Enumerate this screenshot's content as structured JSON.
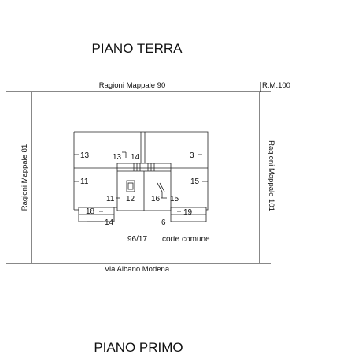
{
  "titles": {
    "top": "PIANO TERRA",
    "bottom": "PIANO PRIMO"
  },
  "boundaries": {
    "north": "Ragioni Mappale 90",
    "north_east": "R.M.100",
    "west": "Ragioni Mappale 81",
    "east": "Ragioni Mappale 101",
    "south": "Via Albano Modena"
  },
  "parcel": "96/17",
  "common_area": "corte comune",
  "sub_numbers": {
    "n13_left": "13",
    "n13_mid": "13",
    "n14_mid": "14",
    "n3": "3",
    "n11_left": "11",
    "n11_mid": "11",
    "n12": "12",
    "n16": "16",
    "n15_mid": "15",
    "n15_right": "15",
    "n18": "18",
    "n14_bottom": "14",
    "n19": "19",
    "n6": "6"
  }
}
